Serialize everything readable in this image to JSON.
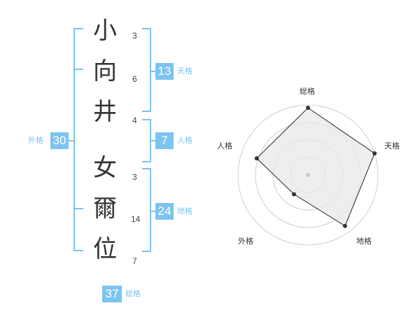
{
  "name": {
    "characters": [
      {
        "char": "小",
        "strokes": "3"
      },
      {
        "char": "向",
        "strokes": "6"
      },
      {
        "char": "井",
        "strokes": "4"
      },
      {
        "char": "女",
        "strokes": "3"
      },
      {
        "char": "爾",
        "strokes": "14"
      },
      {
        "char": "位",
        "strokes": "7"
      }
    ]
  },
  "kakusu": {
    "tenkaku": {
      "value": "13",
      "label": "天格"
    },
    "jinkaku": {
      "value": "7",
      "label": "人格"
    },
    "chikaku": {
      "value": "24",
      "label": "地格"
    },
    "gaikaku": {
      "value": "30",
      "label": "外格"
    },
    "soukaku": {
      "value": "37",
      "label": "総格"
    }
  },
  "chart_data": {
    "type": "radar",
    "axes": [
      "総格",
      "天格",
      "地格",
      "外格",
      "人格"
    ],
    "values": [
      0.96,
      1.0,
      0.9,
      0.34,
      0.77
    ],
    "rings": 4,
    "color_line": "#222222",
    "color_fill": "#e8e8e8"
  },
  "colors": {
    "accent": "#7cc4ef",
    "text": "#333333"
  }
}
